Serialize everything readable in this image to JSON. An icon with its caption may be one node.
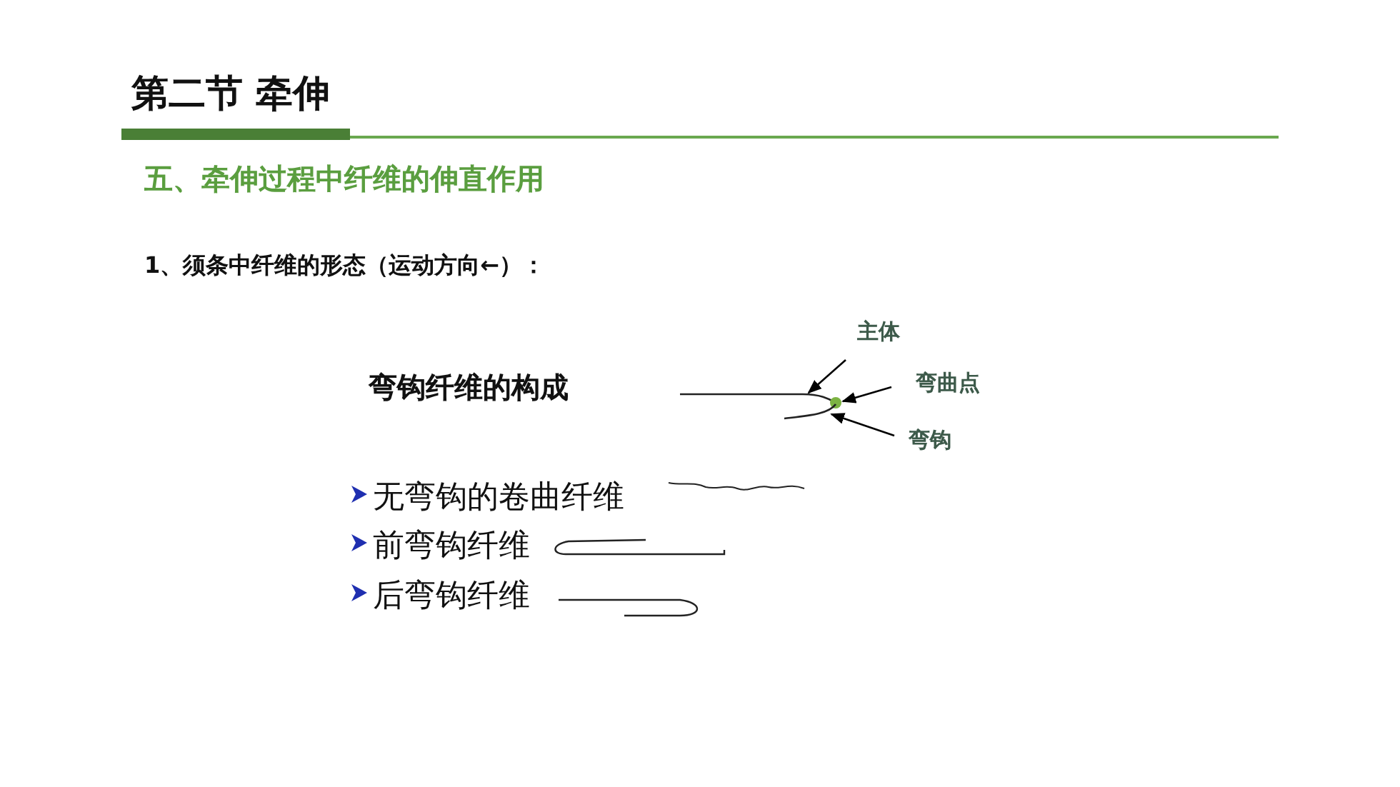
{
  "diagram": {
    "title": "第二节 牵伸",
    "nodes": [
      {
        "text": [
          "主体"
        ]
      },
      {
        "text": [
          "弯曲点"
        ]
      },
      {
        "text": [
          "弯钩"
        ]
      },
      {
        "text": [],
        "shape": "line"
      },
      {
        "text": [],
        "shape": "circle"
      },
      {
        "text": [],
        "shape": "line"
      }
    ],
    "edges": [
      {
        "from": 0,
        "to": 3,
        "arrow": "to"
      },
      {
        "from": 1,
        "to": 4,
        "arrow": "to"
      },
      {
        "from": 2,
        "to": 5,
        "arrow": "to"
      }
    ],
    "labels": [
      "五、牵伸过程中纤维的伸直作用",
      "1、须条中纤维的形态（运动方向←）：",
      "弯钩纤维的构成",
      "无弯钩的卷曲纤维",
      "前弯钩纤维",
      "后弯钩纤维"
    ]
  }
}
